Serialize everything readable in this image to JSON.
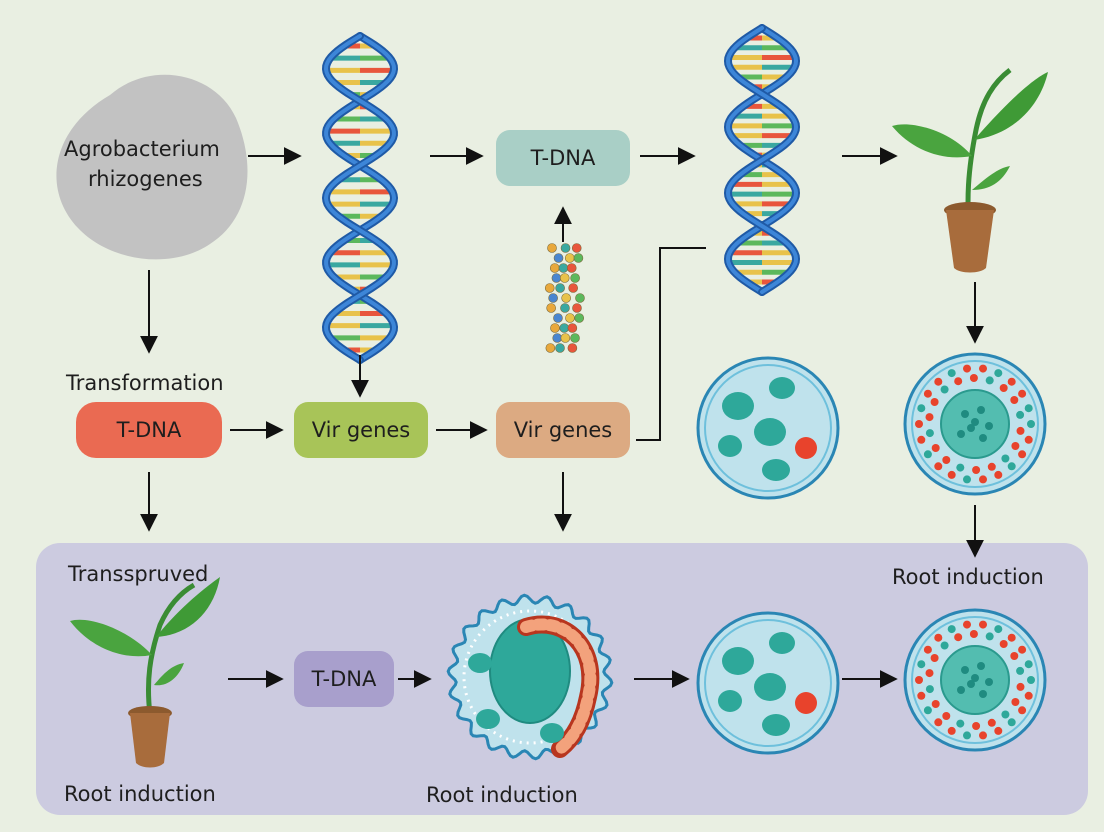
{
  "source": {
    "label_line1": "Agrobacterium",
    "label_line2": "rhizogenes"
  },
  "labels": {
    "transformation": "Transformation",
    "transspruved": "Transspruved",
    "root_induction_right": "Root induction",
    "root_induction_bottom_left": "Root induction",
    "root_induction_bottom_mid": "Root induction"
  },
  "boxes": {
    "tdna_top": "T-DNA",
    "tdna_red": "T-DNA",
    "vir_genes_green": "Vir genes",
    "vir_genes_tan": "Vir genes",
    "tdna_purple": "T-DNA"
  },
  "colors": {
    "background": "#e9efe2",
    "panel": "#cccbe0",
    "blob": "#c2c2c2",
    "tdna_top_box": "#a9cfc6",
    "tdna_red_box": "#ea6a52",
    "vir_green_box": "#a8c458",
    "vir_tan_box": "#dcaa82",
    "tdna_purple_box": "#a89fcc",
    "dna_strand": "#2f6fc4",
    "cell_fill": "#bfe2ec",
    "nucleus": "#2ea89a",
    "red_dot": "#e8432c",
    "leaf": "#3f9a36",
    "pot": "#a86c3c"
  }
}
